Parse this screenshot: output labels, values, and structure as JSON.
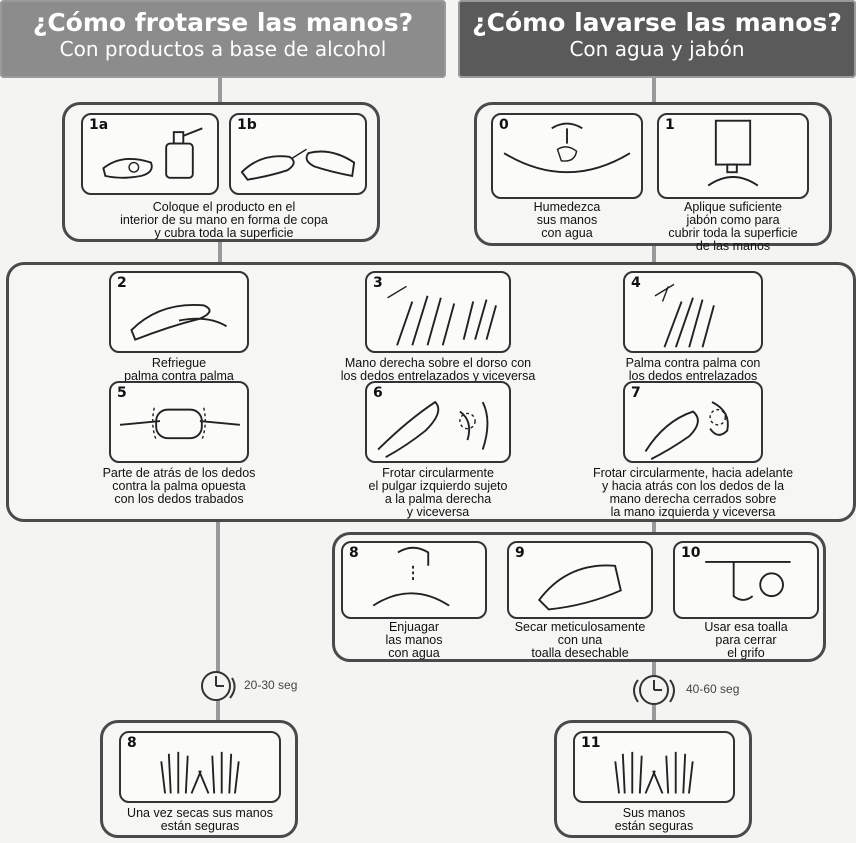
{
  "left_header": {
    "title": "¿Cómo frotarse las manos?",
    "subtitle": "Con productos a base de alcohol"
  },
  "right_header": {
    "title": "¿Cómo lavarse las manos?",
    "subtitle": "Con agua y jabón"
  },
  "alcohol_start": {
    "step_1a": "1a",
    "step_1b": "1b",
    "caption": [
      "Coloque el producto en el",
      "interior de su mano en forma de copa",
      "y cubra toda la superficie"
    ]
  },
  "water_start": {
    "step_0": {
      "num": "0",
      "caption": [
        "Humedezca",
        "sus manos",
        "con agua"
      ]
    },
    "step_1": {
      "num": "1",
      "caption": [
        "Aplique suficiente",
        "jabón como para",
        "cubrir toda la superficie",
        "de las manos"
      ]
    }
  },
  "common_steps": [
    {
      "num": "2",
      "caption": [
        "Refriegue",
        "palma contra palma"
      ]
    },
    {
      "num": "3",
      "caption": [
        "Mano derecha sobre el dorso con",
        "los dedos entrelazados y viceversa"
      ]
    },
    {
      "num": "4",
      "caption": [
        "Palma contra palma con",
        "los dedos entrelazados"
      ]
    },
    {
      "num": "5",
      "caption": [
        "Parte de atrás de los dedos",
        "contra la palma opuesta",
        "con los dedos trabados"
      ]
    },
    {
      "num": "6",
      "caption": [
        "Frotar circularmente",
        "el pulgar izquierdo sujeto",
        "a la palma derecha",
        "y viceversa"
      ]
    },
    {
      "num": "7",
      "caption": [
        "Frotar circularmente, hacia adelante",
        "y hacia atrás con los dedos de la",
        "mano derecha cerrados sobre",
        "la mano izquierda y viceversa"
      ]
    }
  ],
  "rinse_steps": [
    {
      "num": "8",
      "caption": [
        "Enjuagar",
        "las manos",
        "con agua"
      ]
    },
    {
      "num": "9",
      "caption": [
        "Secar meticulosamente",
        "con una",
        "toalla desechable"
      ]
    },
    {
      "num": "10",
      "caption": [
        "Usar esa toalla",
        "para cerrar",
        "el grifo"
      ]
    }
  ],
  "timers": {
    "alcohol": "20-30 seg",
    "water": "40-60 seg"
  },
  "alcohol_end": {
    "num": "8",
    "caption": [
      "Una vez secas sus manos",
      "están seguras"
    ]
  },
  "water_end": {
    "num": "11",
    "caption": [
      "Sus manos",
      "están seguras"
    ]
  }
}
